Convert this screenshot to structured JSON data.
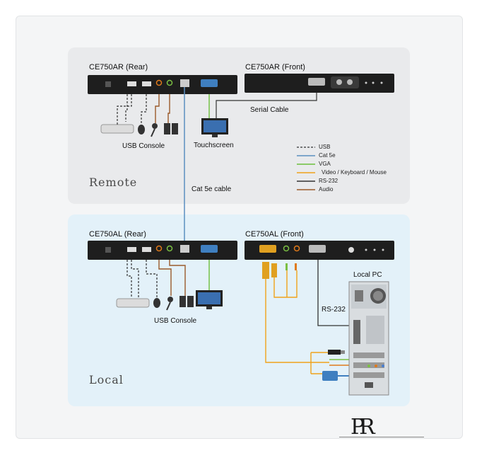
{
  "regions": {
    "remote": "Remote",
    "local": "Local"
  },
  "units": {
    "ar_rear": "CE750AR (Rear)",
    "ar_front": "CE750AR (Front)",
    "al_rear": "CE750AL (Rear)",
    "al_front": "CE750AL (Front)"
  },
  "captions": {
    "usb_console_remote": "USB Console",
    "touchscreen": "Touchscreen",
    "serial_cable": "Serial Cable",
    "cat5e_cable": "Cat 5e cable",
    "usb_console_local": "USB Console",
    "local_pc": "Local PC",
    "rs232": "RS-232"
  },
  "legend": [
    {
      "label": "USB",
      "color": "#333333",
      "style": "dashed"
    },
    {
      "label": "Cat 5e",
      "color": "#5b8fc0",
      "style": "solid"
    },
    {
      "label": "VGA",
      "color": "#6cbf3c",
      "style": "solid"
    },
    {
      "label": "Video / Keyboard / Mouse",
      "color": "#f0a21a",
      "style": "solid"
    },
    {
      "label": "RS-232",
      "color": "#333333",
      "style": "solid"
    },
    {
      "label": "Audio",
      "color": "#9a5a2a",
      "style": "solid"
    }
  ],
  "logo": "PR"
}
